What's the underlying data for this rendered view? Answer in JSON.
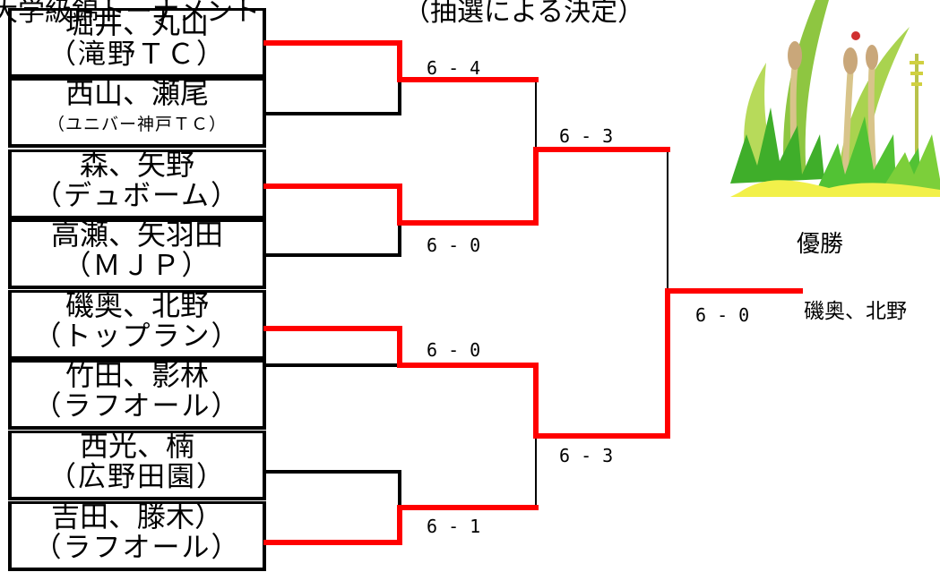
{
  "header": {
    "left_text": "大学級錦トーナメント",
    "right_text": "（抽選による決定）"
  },
  "teams": [
    {
      "name": "堀井、丸山",
      "club": "（滝野ＴＣ）"
    },
    {
      "name": "西山、瀬尾",
      "club": "（ユニバー神戸ＴＣ）"
    },
    {
      "name": "森、矢野",
      "club": "（デュボーム）"
    },
    {
      "name": "高瀬、矢羽田",
      "club": "（ＭＪＰ）"
    },
    {
      "name": "磯奥、北野",
      "club": "（トップラン）"
    },
    {
      "name": "竹田、影林",
      "club": "（ラフオール）"
    },
    {
      "name": "西光、楠",
      "club": "（広野田園）"
    },
    {
      "name": "吉田、滕木）",
      "club": "（ラフオール）"
    }
  ],
  "scores": {
    "r1": [
      "6 - 4",
      "6 - 0",
      "6 - 0",
      "6 - 1"
    ],
    "r2": [
      "6 - 3",
      "6 - 3"
    ],
    "final": "6 - 0"
  },
  "champion": {
    "label": "優勝",
    "name": "磯奥、北野"
  },
  "colors": {
    "winner_line": "#ff0000",
    "loser_line": "#000000"
  }
}
